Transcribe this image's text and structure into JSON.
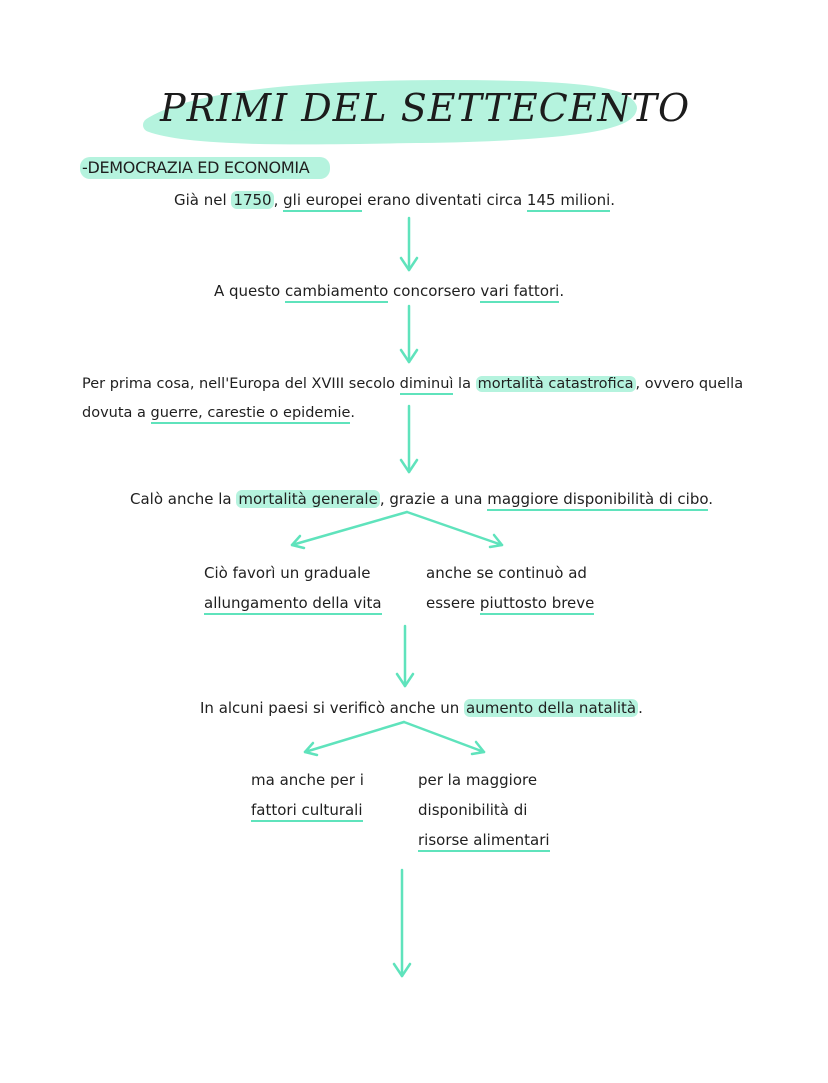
{
  "title": "PRIMI DEL SETTECENTO",
  "section": "-DEMOCRAZIA ED ECONOMIA",
  "accent": "#5fe3bc",
  "highlight": "#b5f3de",
  "arrow_icon": "arrow-down-icon",
  "notes": {
    "n1": {
      "a": "Già nel ",
      "b": "1750",
      "c": ", ",
      "d": "gli europei",
      "e": " erano diventati circa ",
      "f": "145 milioni",
      "g": "."
    },
    "n2": {
      "a": "A questo ",
      "b": "cambiamento",
      "c": " concorsero ",
      "d": "vari fattori",
      "e": "."
    },
    "n3": {
      "a": "Per prima cosa, nell'Europa del XVIII secolo ",
      "b": "diminuì",
      "c": " la ",
      "d": "mortalità catastrofica",
      "e": ", ovvero quella",
      "f": "dovuta a ",
      "g": "guerre, carestie o epidemie",
      "h": "."
    },
    "n4": {
      "a": "Calò anche la ",
      "b": "mortalità generale",
      "c": ", grazie a una ",
      "d": "maggiore disponibilità di cibo",
      "e": "."
    },
    "n5": {
      "l1": "Ciò favorì un graduale",
      "l2": "allungamento della vita"
    },
    "n6": {
      "l1": "anche se continuò ad",
      "l2a": "essere ",
      "l2b": "piuttosto breve"
    },
    "n7": {
      "a": "In alcuni paesi si verificò anche un ",
      "b": "aumento della natalità",
      "c": "."
    },
    "n8": {
      "l1": "ma anche per i",
      "l2": "fattori culturali"
    },
    "n9": {
      "l1": "per la maggiore",
      "l2": "disponibilità di",
      "l3": "risorse alimentari"
    }
  }
}
